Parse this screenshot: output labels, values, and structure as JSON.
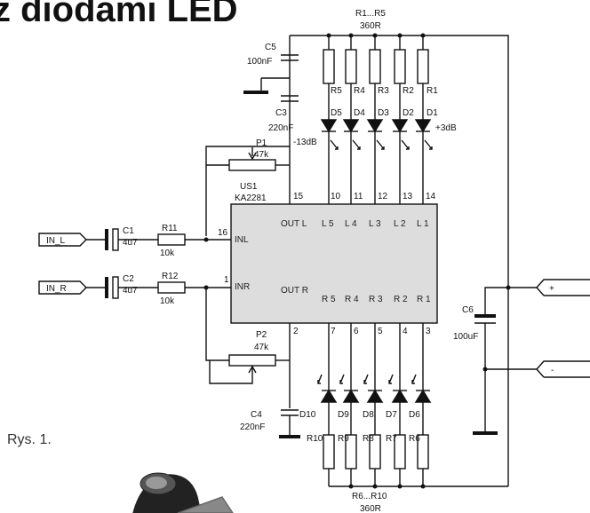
{
  "title": "z diodami LED",
  "caption": "Rys. 1.",
  "ic": {
    "name": "US1",
    "type": "KA2281",
    "in_l": "INL",
    "in_r": "INR",
    "out_l": "OUT L",
    "out_r": "OUT R",
    "l_pins_top": [
      "L 5",
      "L 4",
      "L 3",
      "L 2",
      "L 1"
    ],
    "r_pins_bottom": [
      "R 5",
      "R 4",
      "R 3",
      "R 2",
      "R 1"
    ]
  },
  "pins": {
    "top": [
      "15",
      "10",
      "11",
      "12",
      "13",
      "14"
    ],
    "bottom": [
      "2",
      "7",
      "6",
      "5",
      "4",
      "3"
    ],
    "left_in_l": "16",
    "left_in_r": "1"
  },
  "inputs": {
    "left": "IN_L",
    "right": "IN_R"
  },
  "connectors": {
    "plus": "+",
    "minus": "-"
  },
  "components": {
    "r_top_group": "R1...R5",
    "r_top_value": "360R",
    "r_top": [
      "R5",
      "R4",
      "R3",
      "R2",
      "R1"
    ],
    "d_top": [
      "D5",
      "D4",
      "D3",
      "D2",
      "D1"
    ],
    "db_low": "-13dB",
    "db_high": "+3dB",
    "c5": "C5",
    "c5_val": "100nF",
    "c3": "C3",
    "c3_val": "220nF",
    "p1": "P1",
    "p1_val": "47k",
    "c1": "C1",
    "c1_val": "4u7",
    "c2": "C2",
    "c2_val": "4u7",
    "r11": "R11",
    "r11_val": "10k",
    "r12": "R12",
    "r12_val": "10k",
    "p2": "P2",
    "p2_val": "47k",
    "c4": "C4",
    "c4_val": "220nF",
    "c6": "C6",
    "c6_val": "100uF",
    "d_bottom": [
      "D10",
      "D9",
      "D8",
      "D7",
      "D6"
    ],
    "r_bottom": [
      "R10",
      "R9",
      "R8",
      "R7",
      "R6"
    ],
    "r_bottom_group": "R6...R10",
    "r_bottom_value": "360R"
  }
}
